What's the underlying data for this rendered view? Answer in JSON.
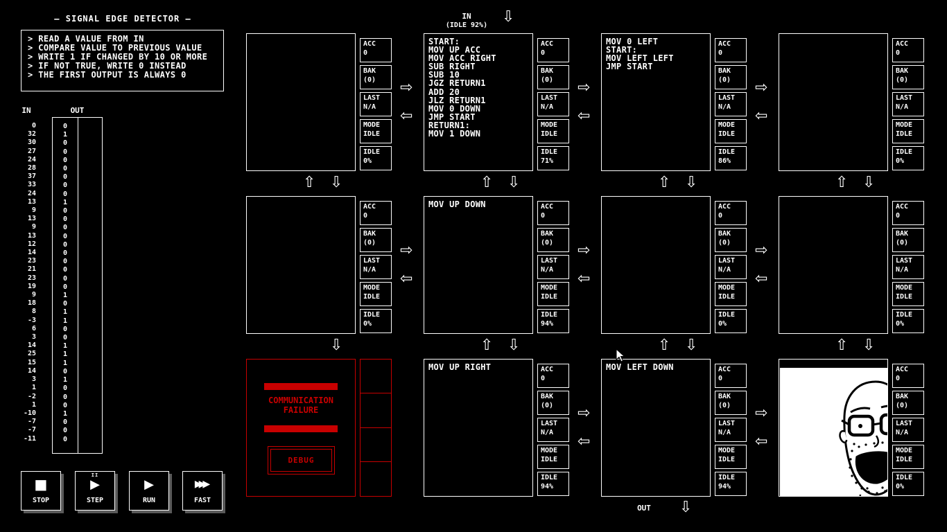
{
  "title": "— SIGNAL EDGE DETECTOR —",
  "description": [
    "> READ A VALUE FROM IN",
    "> COMPARE VALUE TO PREVIOUS VALUE",
    "> WRITE 1 IF CHANGED BY 10 OR MORE",
    "> IF NOT TRUE, WRITE 0 INSTEAD",
    "> THE FIRST OUTPUT IS ALWAYS 0"
  ],
  "io": {
    "in_label": "IN",
    "out_label": "OUT",
    "in_values": [
      0,
      32,
      30,
      27,
      24,
      28,
      37,
      33,
      24,
      13,
      9,
      13,
      9,
      13,
      12,
      14,
      23,
      21,
      23,
      19,
      9,
      18,
      8,
      -3,
      6,
      3,
      14,
      25,
      15,
      14,
      3,
      1,
      -2,
      1,
      -10,
      -7,
      -7,
      -11
    ],
    "out_expected": [
      0,
      1,
      0,
      0,
      0,
      0,
      0,
      0,
      0,
      1,
      0,
      0,
      0,
      0,
      0,
      0,
      0,
      0,
      0,
      0,
      1,
      0,
      1,
      1,
      0,
      0,
      1,
      1,
      1,
      0,
      1,
      0,
      0,
      0,
      1,
      0,
      0,
      0
    ]
  },
  "input_indicator": {
    "label": "IN",
    "status": "(IDLE 92%)"
  },
  "output_indicator": {
    "label": "OUT"
  },
  "stat_labels": {
    "acc": "ACC",
    "bak": "BAK",
    "last": "LAST",
    "mode": "MODE",
    "idle": "IDLE"
  },
  "nodes": [
    {
      "code": "",
      "acc": "0",
      "bak": "(0)",
      "last": "N/A",
      "mode": "IDLE",
      "idle": "0%"
    },
    {
      "code": "START:\nMOV UP ACC\nMOV ACC RIGHT\nSUB RIGHT\nSUB 10\nJGZ RETURN1\nADD 20\nJLZ RETURN1\nMOV 0 DOWN\nJMP START\nRETURN1:\nMOV 1 DOWN",
      "acc": "0",
      "bak": "(0)",
      "last": "N/A",
      "mode": "IDLE",
      "idle": "71%"
    },
    {
      "code": "MOV 0 LEFT\nSTART:\nMOV LEFT LEFT\nJMP START",
      "acc": "0",
      "bak": "(0)",
      "last": "N/A",
      "mode": "IDLE",
      "idle": "86%"
    },
    {
      "code": "",
      "acc": "0",
      "bak": "(0)",
      "last": "N/A",
      "mode": "IDLE",
      "idle": "0%"
    },
    {
      "code": "",
      "acc": "0",
      "bak": "(0)",
      "last": "N/A",
      "mode": "IDLE",
      "idle": "0%"
    },
    {
      "code": "MOV UP DOWN",
      "acc": "0",
      "bak": "(0)",
      "last": "N/A",
      "mode": "IDLE",
      "idle": "94%"
    },
    {
      "code": "",
      "acc": "0",
      "bak": "(0)",
      "last": "N/A",
      "mode": "IDLE",
      "idle": "0%"
    },
    {
      "code": "",
      "acc": "0",
      "bak": "(0)",
      "last": "N/A",
      "mode": "IDLE",
      "idle": "0%"
    },
    {
      "failure_message": "COMMUNICATION\nFAILURE",
      "debug_label": "DEBUG"
    },
    {
      "code": "MOV UP RIGHT",
      "acc": "0",
      "bak": "(0)",
      "last": "N/A",
      "mode": "IDLE",
      "idle": "94%"
    },
    {
      "code": "MOV LEFT DOWN",
      "acc": "0",
      "bak": "(0)",
      "last": "N/A",
      "mode": "IDLE",
      "idle": "94%"
    },
    {
      "code": "",
      "acc": "0",
      "bak": "(0)",
      "last": "N/A",
      "mode": "IDLE",
      "idle": "0%"
    }
  ],
  "controls": [
    {
      "label": "STOP"
    },
    {
      "label": "STEP"
    },
    {
      "label": "RUN"
    },
    {
      "label": "FAST"
    }
  ],
  "icons": {
    "arrow_right": "⇨",
    "arrow_left": "⇦",
    "arrow_up": "⇧",
    "arrow_down": "⇩",
    "stop": "■",
    "play": "▶",
    "fast": "▶▶▶",
    "pause": "II"
  },
  "colors": {
    "background": "#000000",
    "foreground": "#ffffff",
    "failure": "#c80000"
  }
}
